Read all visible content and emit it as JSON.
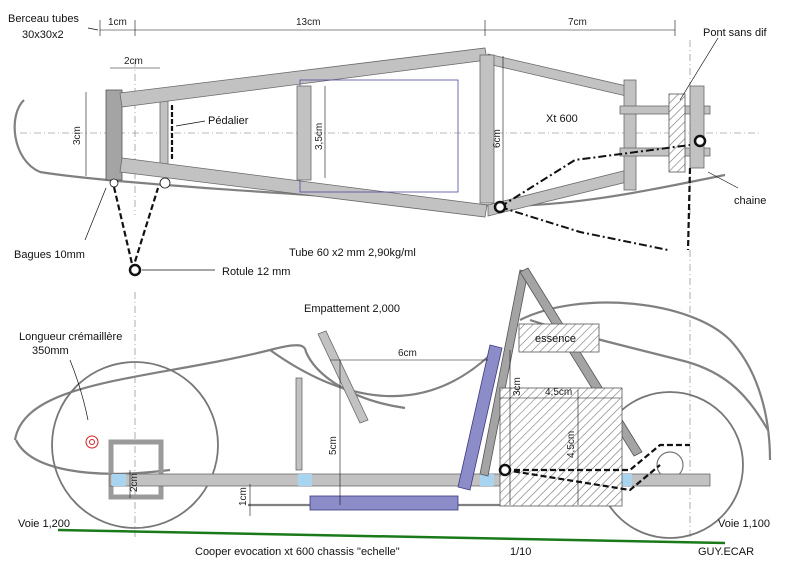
{
  "top_view": {
    "berceau": "Berceau tubes",
    "berceau_size": "30x30x2",
    "dim_1cm": "1cm",
    "dim_13cm": "13cm",
    "dim_7cm": "7cm",
    "dim_2cm": "2cm",
    "dim_3cm": "3cm",
    "dim_35cm": "3,5cm",
    "dim_6cm": "6cm",
    "pedalier": "Pédalier",
    "xt600": "Xt 600",
    "pont": "Pont sans dif",
    "chaine": "chaine",
    "bagues": "Bagues 10mm",
    "tube": "Tube 60 x2 mm   2,90kg/ml",
    "rotule": "Rotule 12 mm"
  },
  "side_view": {
    "empattement": "Empattement 2,000",
    "cremaillere_1": "Longueur crémaillère",
    "cremaillere_2": "350mm",
    "essence": "essence",
    "dim_6cm": "6cm",
    "dim_5cm": "5cm",
    "dim_2cm": "2cm",
    "dim_1cm": "1cm",
    "dim_seat": "3cm",
    "dim_45cm_h": "4,5cm",
    "dim_45cm_v": "4,5cm"
  },
  "footer": {
    "voie_front": "Voie 1,200",
    "voie_rear": "Voie 1,100",
    "title": "Cooper evocation xt 600 chassis \"echelle\"",
    "scale": "1/10",
    "author": "GUY.ECAR"
  },
  "colors": {
    "tube_fill": "#c2c2c2",
    "tube_stroke": "#6a6a6a",
    "seat_blue": "#8c8cc8",
    "highlight_blue": "#a8d4f0",
    "ground_green": "#1a7a1a",
    "red_mark": "#d02020"
  }
}
